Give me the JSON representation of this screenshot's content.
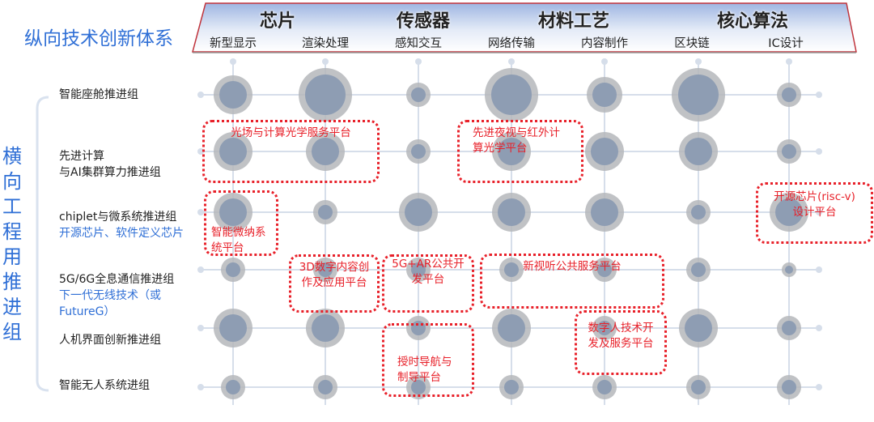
{
  "vertical_title": "纵向技术创新体系",
  "horizontal_title": "横向工程用推进组",
  "categories": [
    {
      "label": "芯片"
    },
    {
      "label": "传感器"
    },
    {
      "label": "材料工艺"
    },
    {
      "label": "核心算法"
    }
  ],
  "columns": [
    "新型显示",
    "渲染处理",
    "感知交互",
    "网络传输",
    "内容制作",
    "区块链",
    "IC设计"
  ],
  "rows": [
    {
      "line1": "智能座舱推进组",
      "line2": "",
      "line3": "",
      "sizes": [
        "L",
        "XL",
        "S",
        "XL",
        "M",
        "XL",
        "S"
      ]
    },
    {
      "line1": "先进计算",
      "line2": "与AI集群算力推进组",
      "line3": "",
      "sizes": [
        "L",
        "L",
        "S",
        "L",
        "L",
        "L",
        "S"
      ]
    },
    {
      "line1": "chiplet与微系统推进组",
      "line2": "开源芯片、软件定义芯片",
      "line3": "",
      "sizes": [
        "L",
        "S",
        "L",
        "L",
        "L",
        "S",
        "L"
      ]
    },
    {
      "line1": "5G/6G全息通信推进组",
      "line2": "下一代无线技术（或",
      "line3": "FutureG）",
      "sizes": [
        "S",
        "S",
        "S",
        "S",
        "S",
        "S",
        "XS"
      ]
    },
    {
      "line1": "人机界面创新推进组",
      "line2": "",
      "line3": "",
      "sizes": [
        "L",
        "L",
        "S",
        "L",
        "S",
        "L",
        "S"
      ]
    },
    {
      "line1": "智能无人系统进组",
      "line2": "",
      "line3": "",
      "sizes": [
        "S",
        "S",
        "S",
        "S",
        "S",
        "S",
        "S"
      ]
    }
  ],
  "platforms": [
    {
      "line1": "光场与计算光学服务平台",
      "line2": ""
    },
    {
      "line1": "先进夜视与红外计",
      "line2": "算光学平台"
    },
    {
      "line1": "智能微纳系",
      "line2": "统平台"
    },
    {
      "line1": "开源芯片(risc-v)",
      "line2": "设计平台"
    },
    {
      "line1": "3D数字内容创",
      "line2": "作及应用平台"
    },
    {
      "line1": "5G+AR公共开",
      "line2": "发平台"
    },
    {
      "line1": "新视听公共服务平台",
      "line2": ""
    },
    {
      "line1": "授时导航与",
      "line2": "制导平台"
    },
    {
      "line1": "数字人技术开",
      "line2": "发及服务平台"
    }
  ],
  "colors": {
    "blue_text": "#2f6fd6",
    "platform_red": "#e8212a",
    "node_core": "#8e9db3",
    "node_halo": "#b5b7bb",
    "grid": "#d6deea"
  }
}
